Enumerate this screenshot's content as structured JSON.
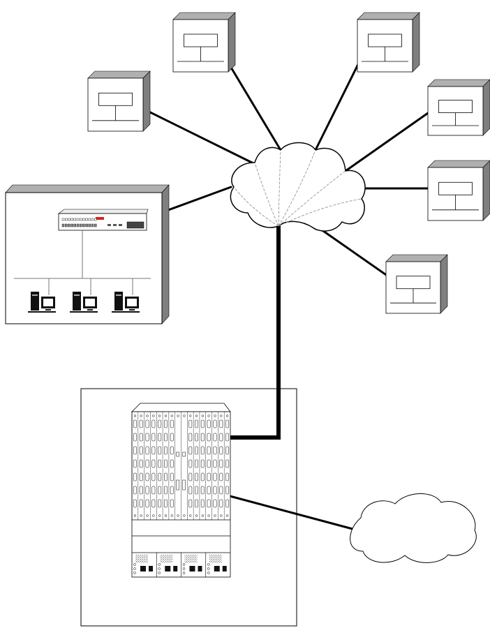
{
  "diagram": {
    "type": "network-topology",
    "colors": {
      "line": "#000000",
      "box_fill": "#ffffff",
      "box_shadow": "#7f7f7f",
      "cloud_fill": "#ffffff",
      "switch_accent": "#e0201e"
    },
    "nodes": [
      {
        "id": "site-1",
        "kind": "remote-site",
        "label": ""
      },
      {
        "id": "site-2",
        "kind": "remote-site",
        "label": ""
      },
      {
        "id": "site-3",
        "kind": "remote-site",
        "label": ""
      },
      {
        "id": "site-4",
        "kind": "remote-site",
        "label": ""
      },
      {
        "id": "site-5",
        "kind": "remote-site",
        "label": ""
      },
      {
        "id": "site-6",
        "kind": "remote-site",
        "label": ""
      },
      {
        "id": "branch-office",
        "kind": "lan-site",
        "label": "",
        "workstations": 3
      },
      {
        "id": "wan-cloud",
        "kind": "cloud",
        "label": ""
      },
      {
        "id": "core-chassis",
        "kind": "chassis-switch",
        "label": "",
        "power_supplies": 4
      },
      {
        "id": "external-cloud",
        "kind": "cloud",
        "label": ""
      }
    ],
    "links": [
      {
        "from": "site-1",
        "to": "wan-cloud",
        "weight": "normal"
      },
      {
        "from": "site-2",
        "to": "wan-cloud",
        "weight": "normal"
      },
      {
        "from": "site-3",
        "to": "wan-cloud",
        "weight": "normal"
      },
      {
        "from": "site-4",
        "to": "wan-cloud",
        "weight": "normal"
      },
      {
        "from": "site-5",
        "to": "wan-cloud",
        "weight": "normal"
      },
      {
        "from": "site-6",
        "to": "wan-cloud",
        "weight": "normal"
      },
      {
        "from": "branch-office",
        "to": "wan-cloud",
        "weight": "normal"
      },
      {
        "from": "wan-cloud",
        "to": "core-chassis",
        "weight": "heavy"
      },
      {
        "from": "core-chassis",
        "to": "external-cloud",
        "weight": "normal"
      }
    ]
  }
}
